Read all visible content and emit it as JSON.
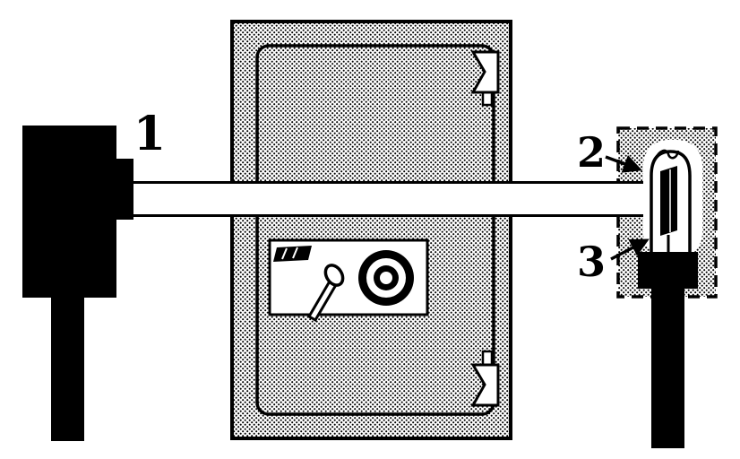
{
  "diagram": {
    "background": "#ffffff",
    "ink": "#000000",
    "texture": "halftone-stipple",
    "callouts": [
      {
        "label": "1",
        "target": "light-source"
      },
      {
        "label": "2",
        "target": "detector-bulb"
      },
      {
        "label": "3",
        "target": "detector-electrode"
      }
    ]
  }
}
